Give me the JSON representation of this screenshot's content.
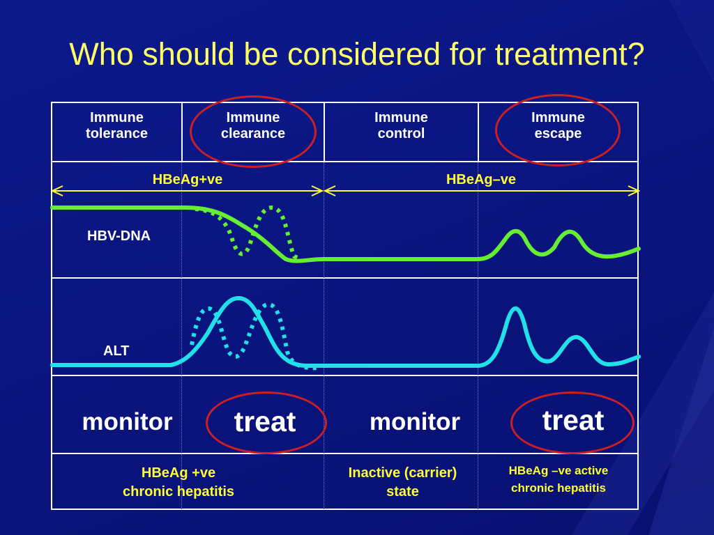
{
  "title": "Who should be considered for treatment?",
  "phases": [
    {
      "label": "Immune\ntolerance"
    },
    {
      "label": "Immune\nclearance"
    },
    {
      "label": "Immune\ncontrol"
    },
    {
      "label": "Immune\nescape"
    }
  ],
  "hbeag_spans": [
    {
      "label": "HBeAg+ve"
    },
    {
      "label": "HBeAg–ve"
    }
  ],
  "row_labels": {
    "hbv_dna": "HBV-DNA",
    "alt": "ALT"
  },
  "actions": [
    {
      "label": "monitor"
    },
    {
      "label": "treat"
    },
    {
      "label": "monitor"
    },
    {
      "label": "treat"
    }
  ],
  "footers": [
    {
      "label": "HBeAg +ve\nchronic hepatitis"
    },
    {
      "label": "Inactive (carrier)\nstate"
    },
    {
      "label": "HBeAg –ve active\nchronic hepatitis"
    }
  ],
  "colors": {
    "title": "#ffff66",
    "hbv_dna_curve": "#66ee33",
    "alt_curve": "#22e0e8",
    "highlight_ring": "#cc1f24",
    "span_arrow": "#ffff33"
  },
  "icons": {
    "span_arrow": "double-headed-arrow"
  }
}
